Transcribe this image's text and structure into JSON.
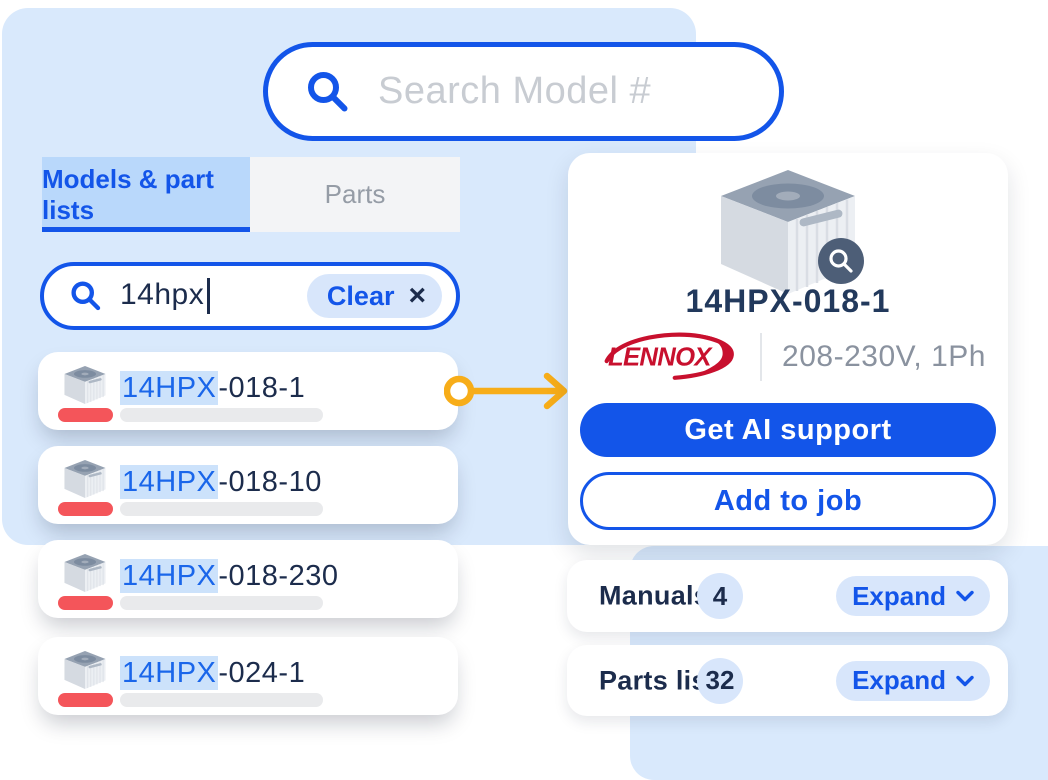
{
  "colors": {
    "accent_blue": "#1355E9",
    "navy_text": "#1C2C4C",
    "panel_blue": "#D9E9FC",
    "chip_blue": "#D8E6FB",
    "tab_active_blue": "#B9D8FB",
    "highlight_blue": "#CCE2FB",
    "lennox_red": "#C8102E",
    "bar_red": "#F4555A",
    "bar_gray": "#E9EAEC",
    "arrow_amber": "#F7AD19",
    "badge_slate": "#4D5E77",
    "muted_gray": "#959CA6",
    "placeholder_gray": "#C8CCD2",
    "spec_gray": "#8A929F"
  },
  "hero_search": {
    "placeholder": "Search Model #"
  },
  "tabs": {
    "models": "Models & part lists",
    "parts": "Parts"
  },
  "filter": {
    "query": "14hpx",
    "clear": "Clear",
    "clear_icon": "×"
  },
  "results": [
    {
      "match": "14HPX",
      "suffix": "-018-1"
    },
    {
      "match": "14HPX",
      "suffix": "-018-10"
    },
    {
      "match": "14HPX",
      "suffix": "-018-230"
    },
    {
      "match": "14HPX",
      "suffix": "-024-1"
    }
  ],
  "product": {
    "model": "14HPX-018-1",
    "brand": "LENNOX",
    "specs": "208-230V, 1Ph",
    "primary_action": "Get AI support",
    "secondary_action": "Add to job"
  },
  "sections": [
    {
      "label": "Manuals",
      "count": "4",
      "action": "Expand"
    },
    {
      "label": "Parts list",
      "count": "32",
      "action": "Expand"
    }
  ]
}
